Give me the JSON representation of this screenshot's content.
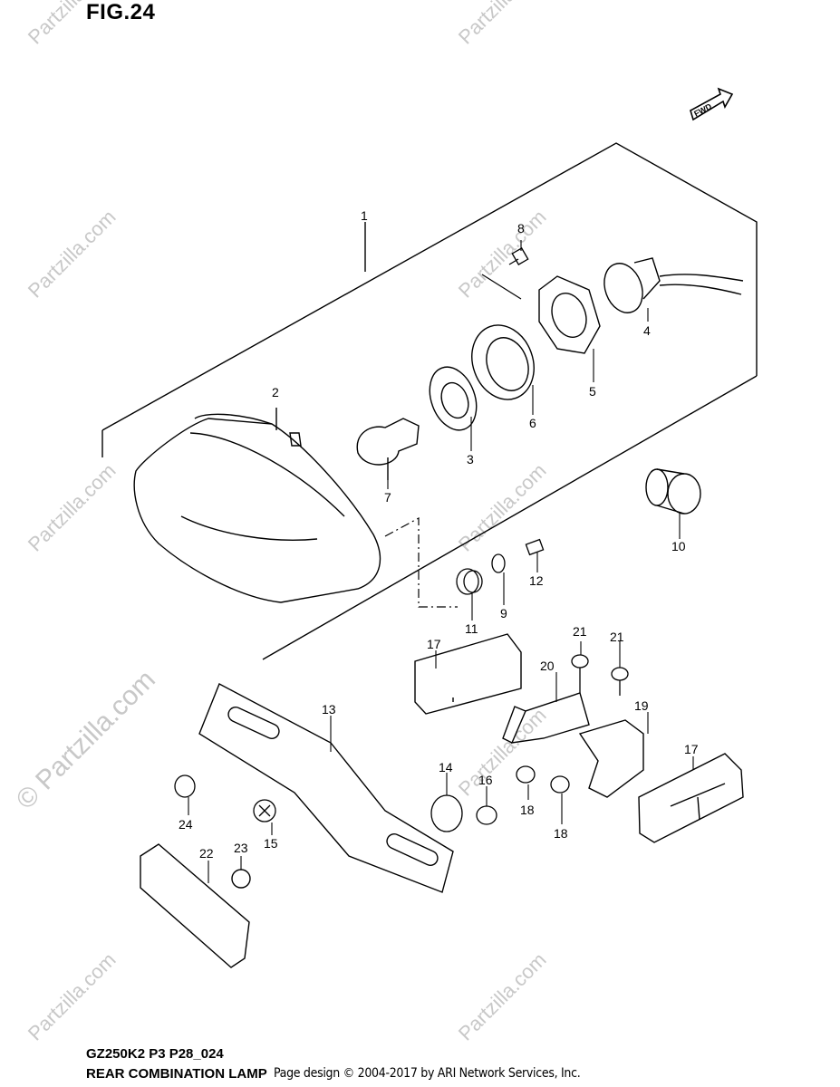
{
  "figure": {
    "title": "FIG.24",
    "fwd_label": "FWD"
  },
  "watermark": {
    "large": "© Partzilla.com",
    "small": "Partzilla.com"
  },
  "parts": [
    {
      "number": "1"
    },
    {
      "number": "2"
    },
    {
      "number": "3"
    },
    {
      "number": "4"
    },
    {
      "number": "5"
    },
    {
      "number": "6"
    },
    {
      "number": "7"
    },
    {
      "number": "8"
    },
    {
      "number": "9"
    },
    {
      "number": "10"
    },
    {
      "number": "11"
    },
    {
      "number": "12"
    },
    {
      "number": "13"
    },
    {
      "number": "14"
    },
    {
      "number": "15"
    },
    {
      "number": "16"
    },
    {
      "number": "17"
    },
    {
      "number": "17"
    },
    {
      "number": "18"
    },
    {
      "number": "18"
    },
    {
      "number": "19"
    },
    {
      "number": "20"
    },
    {
      "number": "21"
    },
    {
      "number": "21"
    },
    {
      "number": "22"
    },
    {
      "number": "23"
    },
    {
      "number": "24"
    }
  ],
  "footer": {
    "model_code": "GZ250K2 P3 P28_024",
    "section_name": "REAR COMBINATION LAMP",
    "copyright": "Page design © 2004-2017 by ARI Network Services, Inc."
  }
}
